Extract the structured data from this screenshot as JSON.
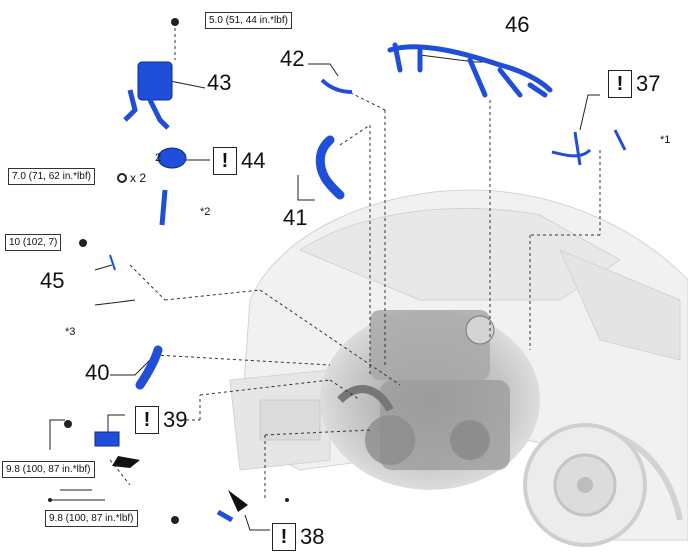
{
  "parts": [
    {
      "num": "37",
      "caution": "!"
    },
    {
      "num": "38",
      "caution": "!"
    },
    {
      "num": "39",
      "caution": "!"
    },
    {
      "num": "40"
    },
    {
      "num": "41"
    },
    {
      "num": "42"
    },
    {
      "num": "43"
    },
    {
      "num": "44",
      "caution": "!"
    },
    {
      "num": "45"
    },
    {
      "num": "46"
    }
  ],
  "torques": {
    "reservoir_bolt": "5.0 (51, 44 in.*lbf)",
    "pump_bolts": "7.0 (71, 62 in.*lbf)",
    "clamp_bolt": "10 (102, 7)",
    "left_bolt": "9.8 (100, 87 in.*lbf)",
    "bottom_bolt": "9.8 (100, 87 in.*lbf)"
  },
  "notes": {
    "n1": "*1",
    "n2": "*2",
    "n3": "*3",
    "qty": "x 2",
    "pump_mark": "2"
  },
  "colors": {
    "hose": "#1f4fd8",
    "hose_dark": "#0b2a8a",
    "engine_gray": "#bdbdbd",
    "leader": "#333333"
  }
}
